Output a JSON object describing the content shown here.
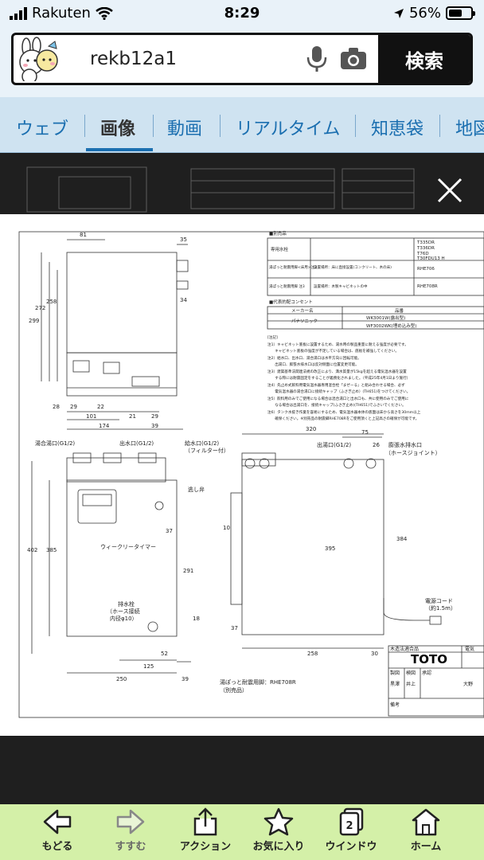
{
  "status_bar": {
    "carrier": "Rakuten",
    "time": "8:29",
    "battery": "56%"
  },
  "search": {
    "query": "rekb12a1",
    "submit_label": "検索"
  },
  "tabs": [
    {
      "label": "ウェブ"
    },
    {
      "label": "画像"
    },
    {
      "label": "動画"
    },
    {
      "label": "リアルタイム"
    },
    {
      "label": "知恵袋"
    },
    {
      "label": "地図"
    }
  ],
  "drawing": {
    "dims": {
      "d81": "81",
      "d35": "35",
      "d34": "34",
      "d299": "299",
      "d272": "272",
      "d258": "258",
      "d28": "28",
      "d29": "29",
      "d22": "22",
      "d101": "101",
      "d21": "21",
      "d29b": "29",
      "d174": "174",
      "d39": "39",
      "d402": "402",
      "d385": "385",
      "d37": "37",
      "d291": "291",
      "d18": "18",
      "d52": "52",
      "d125": "125",
      "d250": "250",
      "d39b": "39",
      "d320": "320",
      "d75": "75",
      "d26": "26",
      "d10": "10",
      "d395": "395",
      "d384": "384",
      "d37b": "37",
      "d258b": "258",
      "d30": "30"
    },
    "labels": {
      "mix_in": "湯合湯口(G1/2)",
      "hot_out": "出水口(G1/2)",
      "water_in": "給水口(G1/2)",
      "filter": "（フィルター付）",
      "relief": "逃し弁",
      "weekly_timer": "ウィークリータイマー",
      "drain_plug": "排水栓",
      "hose_conn": "（ホース接続",
      "inner_dia": "内径φ10）",
      "outlet": "出湯口(G1/2)",
      "exp_drain": "膨張水排水口",
      "hose_joint": "（ホースジョイント）",
      "cord": "電源コード",
      "cord_len": "（約1.5m）",
      "pot_drain": "湯ぽっと耐震用脚：RHE708R",
      "sold_sep": "（別売品）",
      "toto": "TOTO",
      "title_top": "木造法適合品",
      "title_side": "電気",
      "grid_a": "製図",
      "grid_b": "検図",
      "grid_c": "承認",
      "grid_name1": "黒澤",
      "grid_name2": "井上",
      "grid_name3": "大野",
      "biko": "備考"
    },
    "parts": {
      "heading": "■別売品",
      "row1_label": "専用水栓",
      "row1_vals": [
        "T335DR",
        "T336DR",
        "T76D",
        "T30FDU13 H"
      ],
      "row2a_label": "湯ぽっと耐震用脚<床用>注3",
      "row2a_note": "設置場所：床に直接設置(コンクリート、木の床)",
      "row2a_val": "RHE706",
      "row2b_label": "湯ぽっと耐震用脚 注3",
      "row2b_note": "設置場所：木製キャビネットの中",
      "row2b_val": "RHE708R",
      "outlet_heading": "■代表的配コンセント",
      "maker_col": "メーカー名",
      "item_col": "品番",
      "maker": "パナソニック",
      "outlet1": "WK3001W(露出型)",
      "outlet2": "WF3002WK(埋め込み型)"
    },
    "notes": [
      "[注記]",
      "注1）キャビネット底板に設置するため、湯水時の製品重量に耐える強度が必要です。",
      "　　キャビネット底板の強度が不足している場合は、底板を補強してください。",
      "注2）給水口、出水口、湯合湯口は水平方向に回転可能。",
      "　　出湯口、膨張水排水口は反対側面に位置変更可能。",
      "注3）建築基準法関連法規の改正により、満水質量が15kgを超える電気温水器を設置",
      "　　する際には耐震固定をすることが義務化されました。（平成25年4月1日より施行）",
      "注4）先止め式飲料用電気温水器専用混合栓「まぜーる」と組み合わせる場合、必ず",
      "　　電気温水器の湯合湯口に接続キャップ（ふさぎ止め）(TH651)をつけてください。",
      "注5）飲料用のみでご使用になる場合は混合湯口と出水口も、共に使用のみでご使用に",
      "　　なる場合は出湯口を、接続キャップ(ふさぎ止め)(TH651)でふさいでください。",
      "注6）タンク水抜き作業を容易にするため、電気温水器本体の底面は床から高さを30mm以上",
      "　　確保ください。※別売品の耐震脚RHE708Rをご使用頂くと上記高さの確保が可能です。"
    ]
  },
  "toolbar": [
    {
      "label": "もどる",
      "enabled": true
    },
    {
      "label": "すすむ",
      "enabled": false
    },
    {
      "label": "アクション",
      "enabled": true
    },
    {
      "label": "お気に入り",
      "enabled": true
    },
    {
      "label": "ウインドウ",
      "enabled": true,
      "count": "2"
    },
    {
      "label": "ホーム",
      "enabled": true
    }
  ],
  "colors": {
    "header_bg": "#e9f2f9",
    "tabs_bg": "#cfe3f1",
    "tab_accent": "#1b6fb0",
    "toolbar_bg": "#d4f0a8",
    "viewer_bg": "#1f1f1f"
  }
}
